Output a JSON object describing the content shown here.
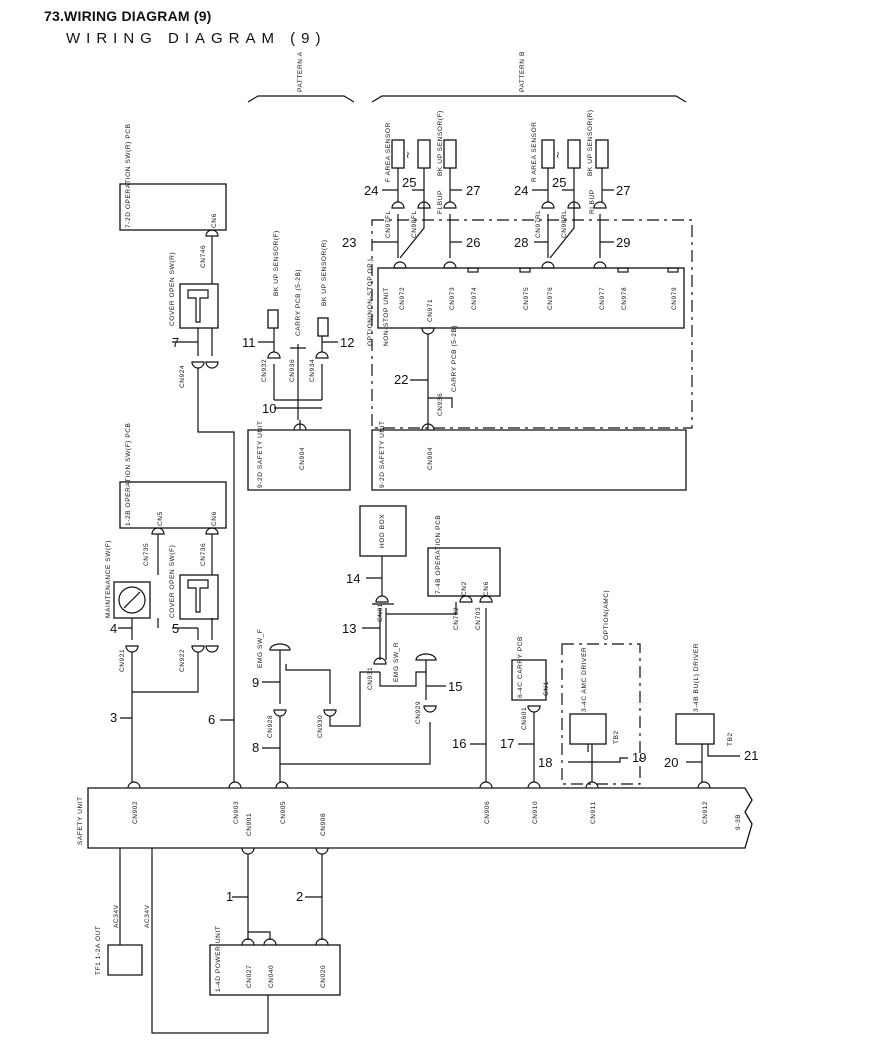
{
  "header": {
    "title": "73.WIRING DIAGRAM (9)",
    "subtitle": "WIRING DIAGRAM (9)"
  },
  "pattern": {
    "a": "PATTERN A",
    "b": "PATTERN B"
  },
  "units": {
    "safety_unit_main": "SAFETY UNIT",
    "safety_unit_main_ref": "9-3B",
    "safety_unit_a": "9-2D SAFETY UNIT",
    "safety_unit_b": "9-2D SAFETY UNIT",
    "op_sw_r_pcb": "7-2D OPERATION SW(R) PCB",
    "op_sw_f_pcb": "1-2B OPERATION SW(F) PCB",
    "operation_pcb": "7-4B OPERATION PCB",
    "hod_box": "HOD BOX",
    "carry_pcb_cn1": "6-4C CARRY PCB",
    "amc_driver": "3-4C AMC DRIVER",
    "bu_l_driver": "3-4B BU(L) DRIVER",
    "power_unit": "1-4D POWER UNIT",
    "tf1": "TF1 1-2A OUT",
    "option_amc": "OPTION(AMC)",
    "option_non_stop": "OPTION(NON-STOP OP.)",
    "non_stop_unit": "NON-STOP UNIT",
    "ac34v": "AC34V"
  },
  "labels": {
    "cover_open_sw_r": "COVER OPEN SW(R)",
    "cover_open_sw_f": "COVER OPEN SW(F)",
    "maintenance_sw_f": "MAINTENANCE SW(F)",
    "bk_up_sensor_f": "BK UP SENSOR(F)",
    "bk_up_sensor_r": "BK UP SENSOR(R)",
    "carry_pcb_5_2b": "CARRY PCB (5-2B)",
    "emg_sw_f": "EMG SW_F",
    "emg_sw_r": "EMG SW_R",
    "f_area_sensor": "F AREA SENSOR",
    "f_bk_up_sensor": "BK UP SENSOR(F)",
    "r_area_sensor": "R AREA SENSOR",
    "r_bk_up_sensor": "BK UP SENSOR(R)",
    "tb2": "TB2",
    "flbup": "FLBUP",
    "rlbup": "RLBUP"
  },
  "connectors": {
    "cn902": "CN902",
    "cn903": "CN903",
    "cn905": "CN905",
    "cn906": "CN906",
    "cn910": "CN910",
    "cn911": "CN911",
    "cn912": "CN912",
    "cn901": "CN901",
    "cn908": "CN908",
    "cn027": "CN027",
    "cn040": "CN040",
    "cn020": "CN020",
    "cn921": "CN921",
    "cn922": "CN922",
    "cn735": "CN735",
    "cn736": "CN736",
    "cn5": "CN5",
    "cn6": "CN6",
    "cn746": "CN746",
    "cn924": "CN924",
    "cn932": "CN932",
    "cn936": "CN936",
    "cn934": "CN934",
    "cn904": "CN904",
    "cn928": "CN928",
    "cn930": "CN930",
    "cn931": "CN931",
    "cn929": "CN929",
    "cn01": "CN01",
    "cn702": "CN702",
    "cn703": "CN703",
    "cn2": "CN2",
    "cn601": "CN601",
    "cn1": "CN1",
    "cn971": "CN971",
    "cn972": "CN972",
    "cn973": "CN973",
    "cn974": "CN974",
    "cn975": "CN975",
    "cn976": "CN976",
    "cn977": "CN977",
    "cn978": "CN978",
    "cn979": "CN979",
    "cn97fl": "CN97FL",
    "cn98fl": "CN98FL",
    "cn97rl": "CN97RL",
    "cn98rl": "CN98RL"
  },
  "wire_numbers": [
    "1",
    "2",
    "3",
    "4",
    "5",
    "6",
    "7",
    "8",
    "9",
    "10",
    "11",
    "12",
    "13",
    "14",
    "15",
    "16",
    "17",
    "18",
    "19",
    "20",
    "21",
    "22",
    "23",
    "24",
    "25",
    "26",
    "27",
    "28",
    "29"
  ]
}
